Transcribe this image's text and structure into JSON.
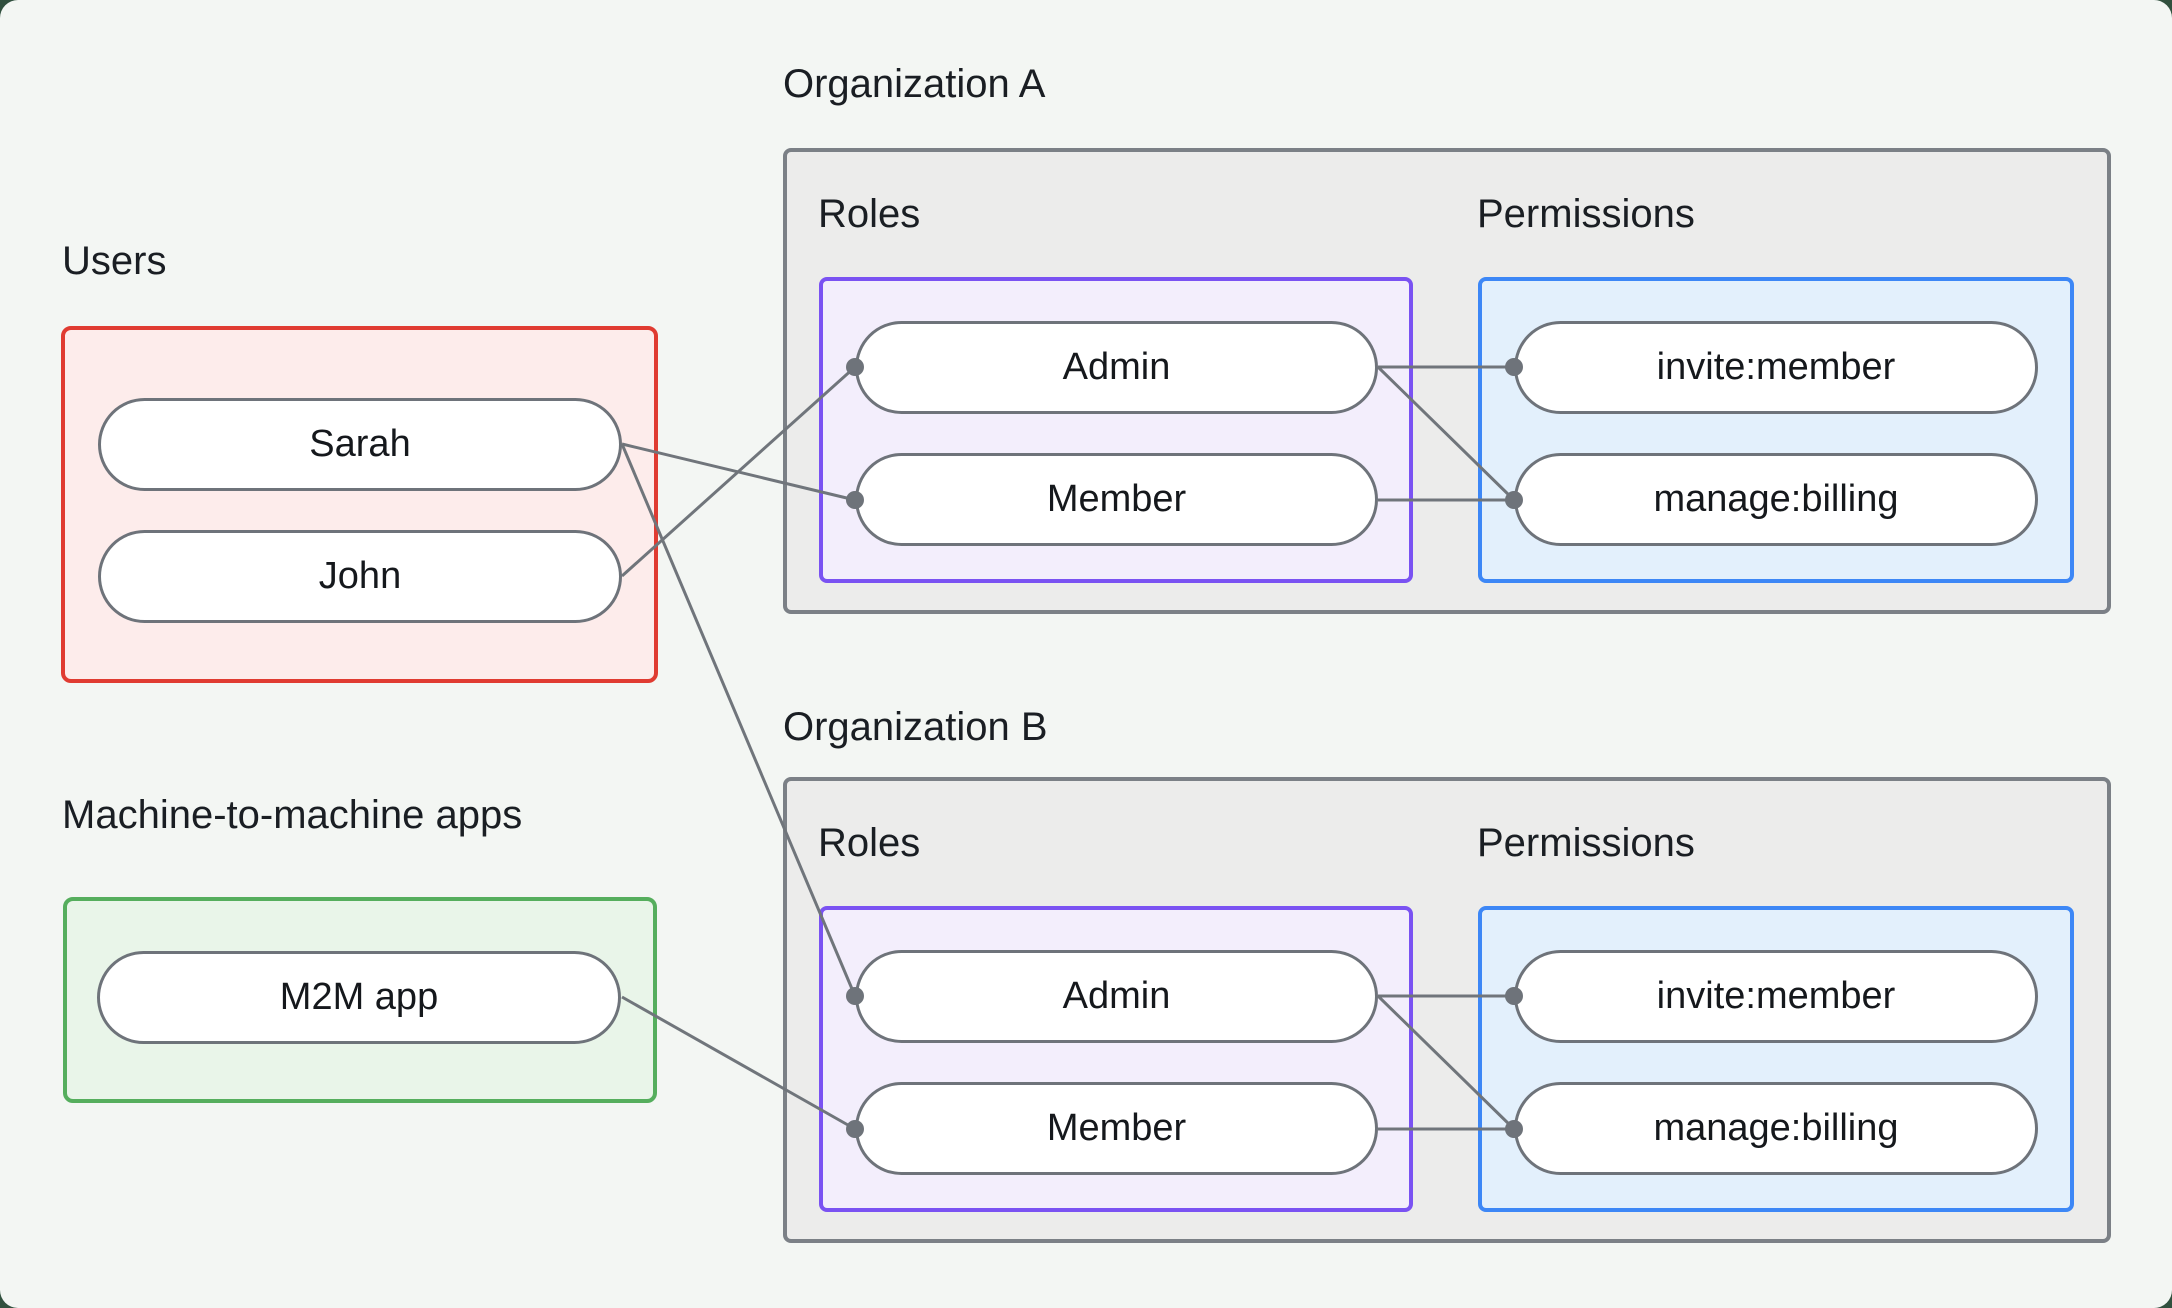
{
  "page": {
    "background_color": "#31503e",
    "card_color": "#f3f6f3"
  },
  "users_section": {
    "label": "Users",
    "accent_color": "#e03b31",
    "fill_color": "#fdeceb",
    "items": [
      {
        "label": "Sarah"
      },
      {
        "label": "John"
      }
    ]
  },
  "m2m_section": {
    "label": "Machine-to-machine apps",
    "accent_color": "#55ae5d",
    "fill_color": "#e9f5e9",
    "items": [
      {
        "label": "M2M app"
      }
    ]
  },
  "organizations": [
    {
      "title": "Organization A",
      "roles_label": "Roles",
      "permissions_label": "Permissions",
      "roles_accent_color": "#7a52f2",
      "permissions_accent_color": "#3d87f6",
      "roles": [
        {
          "label": "Admin"
        },
        {
          "label": "Member"
        }
      ],
      "permissions": [
        {
          "label": "invite:member"
        },
        {
          "label": "manage:billing"
        }
      ]
    },
    {
      "title": "Organization B",
      "roles_label": "Roles",
      "permissions_label": "Permissions",
      "roles_accent_color": "#7a52f2",
      "permissions_accent_color": "#3d87f6",
      "roles": [
        {
          "label": "Admin"
        },
        {
          "label": "Member"
        }
      ],
      "permissions": [
        {
          "label": "invite:member"
        },
        {
          "label": "manage:billing"
        }
      ]
    }
  ],
  "connections": [
    {
      "from": "Sarah",
      "to": "Member",
      "target_org": "Organization A"
    },
    {
      "from": "John",
      "to": "Admin",
      "target_org": "Organization A"
    },
    {
      "from": "Sarah",
      "to": "Admin",
      "target_org": "Organization B"
    },
    {
      "from": "M2M app",
      "to": "Member",
      "target_org": "Organization B"
    },
    {
      "from": "Admin",
      "to": "invite:member",
      "target_org": "Organization A"
    },
    {
      "from": "Admin",
      "to": "manage:billing",
      "target_org": "Organization A"
    },
    {
      "from": "Member",
      "to": "manage:billing",
      "target_org": "Organization A"
    },
    {
      "from": "Admin",
      "to": "invite:member",
      "target_org": "Organization B"
    },
    {
      "from": "Admin",
      "to": "manage:billing",
      "target_org": "Organization B"
    },
    {
      "from": "Member",
      "to": "manage:billing",
      "target_org": "Organization B"
    }
  ],
  "edge_style": {
    "line_color": "#70757b",
    "dot_color": "#6e737a"
  }
}
